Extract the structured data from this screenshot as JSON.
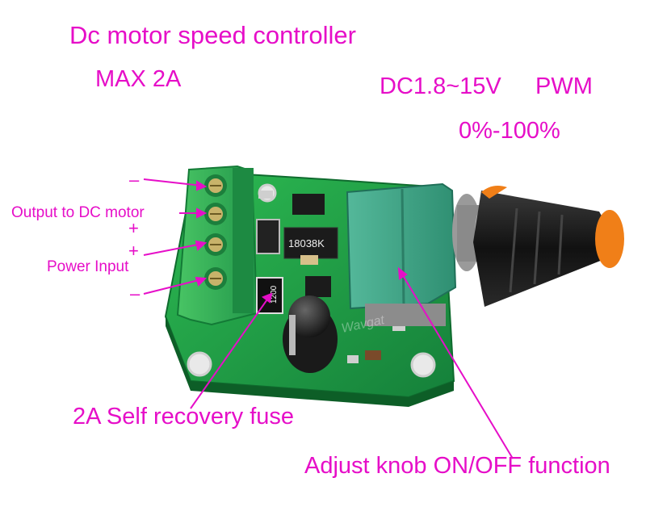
{
  "labels": {
    "title": "Dc motor speed controller",
    "max_current": "MAX 2A",
    "voltage_range": "DC1.8~15V",
    "mode": "PWM",
    "duty_range": "0%-100%",
    "output_label": "Output to DC motor",
    "power_label": "Power Input",
    "fuse_label": "2A Self recovery fuse",
    "knob_label": "Adjust knob ON/OFF function",
    "terminal_signs": [
      "–",
      "+",
      "+",
      "–"
    ]
  },
  "board_markings": {
    "chip": "18038K",
    "fuse_code": "1200",
    "watermark": "Wavgat"
  },
  "colors": {
    "annotation": "#e60ec8",
    "pcb": "#1f9e3e",
    "terminal": "#2fae4f",
    "potentiometer": "#3aa58a",
    "knob": "#111111",
    "knob_tip": "#f07f18"
  }
}
